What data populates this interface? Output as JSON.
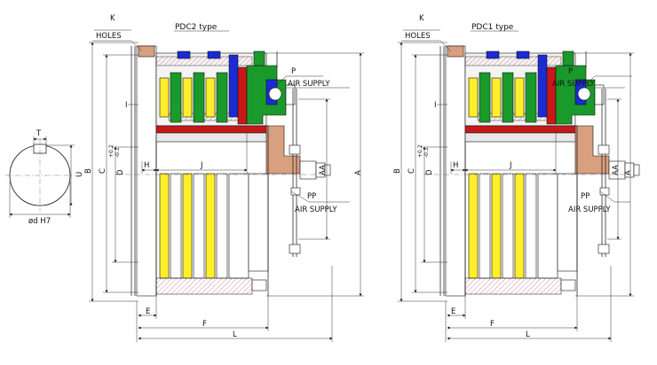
{
  "shaft_section": {
    "key_label": "T",
    "height_label": "U",
    "bore_label": "ød H7"
  },
  "views": [
    {
      "title": "PDC2  type",
      "holes_k": "K",
      "holes_word": "HOLES",
      "air_p": "P",
      "air_p_text": "AIR  SUPPLY",
      "air_pp": "PP",
      "air_pp_text": "AIR  SUPPLY",
      "dim_b": "B",
      "dim_c": "C",
      "dim_d": "D",
      "tol_upper": "+0.2",
      "tol_lower": "-0.1",
      "dim_i": "I",
      "dim_h": "H",
      "dim_j": "J",
      "dim_aa": "AA",
      "dim_a": "A",
      "dim_e": "E",
      "dim_f": "F",
      "dim_l": "L"
    },
    {
      "title": "PDC1  type",
      "holes_k": "K",
      "holes_word": "HOLES",
      "air_p": "P",
      "air_p_text": "AIR  SUPPLY",
      "air_pp": "PP",
      "air_pp_text": "AIR  SUPPLY",
      "dim_b": "B",
      "dim_c": "C",
      "dim_d": "D",
      "tol_upper": "+0.2",
      "tol_lower": "-0.1",
      "dim_i": "I",
      "dim_h": "H",
      "dim_j": "J",
      "dim_aa": "AA",
      "dim_a": "A",
      "dim_e": "E",
      "dim_f": "F",
      "dim_l": "L"
    }
  ],
  "colors": {
    "yellow": "#ffef2a",
    "green": "#1a9a2a",
    "blue": "#1b2bd4",
    "red": "#c81818",
    "copper": "#d9a080",
    "pink": "#f0a0b0",
    "gray": "#c8c8c8"
  }
}
